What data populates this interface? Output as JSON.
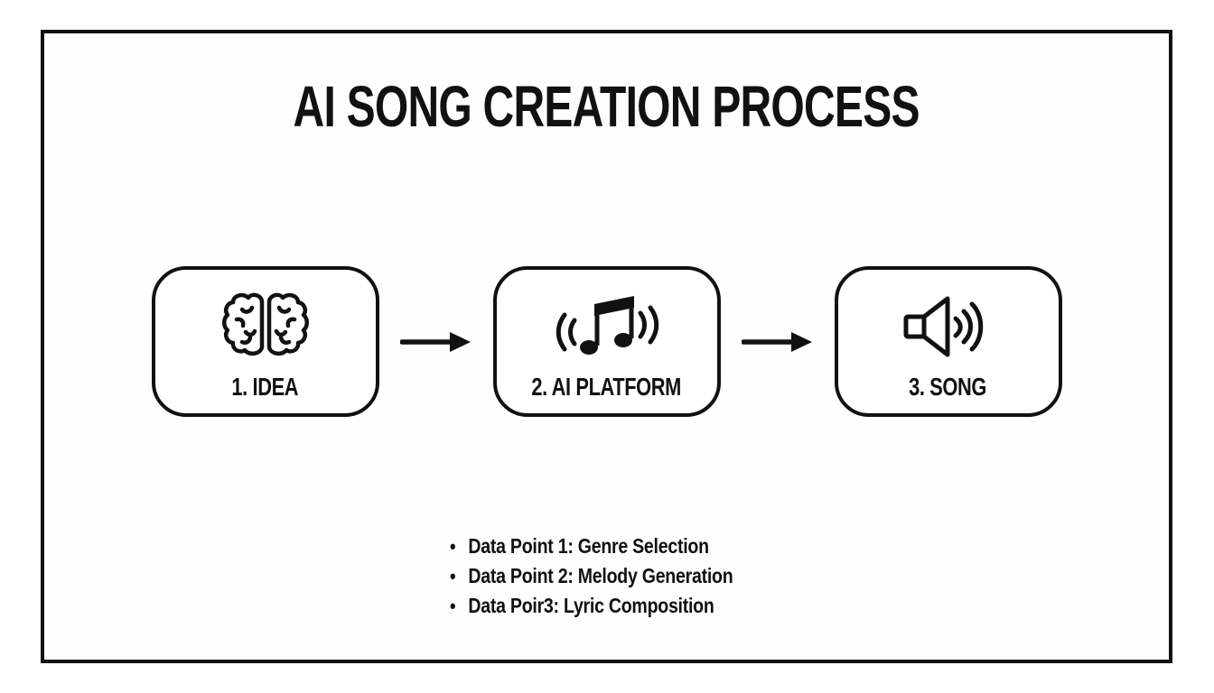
{
  "title": "AI SONG CREATION PROCESS",
  "steps": [
    {
      "label": "1. IDEA",
      "icon": "brain-icon"
    },
    {
      "label": "2. AI PLATFORM",
      "icon": "music-note-icon"
    },
    {
      "label": "3. SONG",
      "icon": "speaker-icon"
    }
  ],
  "notes": {
    "bullet": "•",
    "items": [
      "Data Point 1: Genre Selection",
      "Data Point 2: Melody Generation",
      "Data Poir3: Lyric Composition"
    ]
  },
  "colors": {
    "ink": "#111111",
    "background": "#ffffff"
  }
}
